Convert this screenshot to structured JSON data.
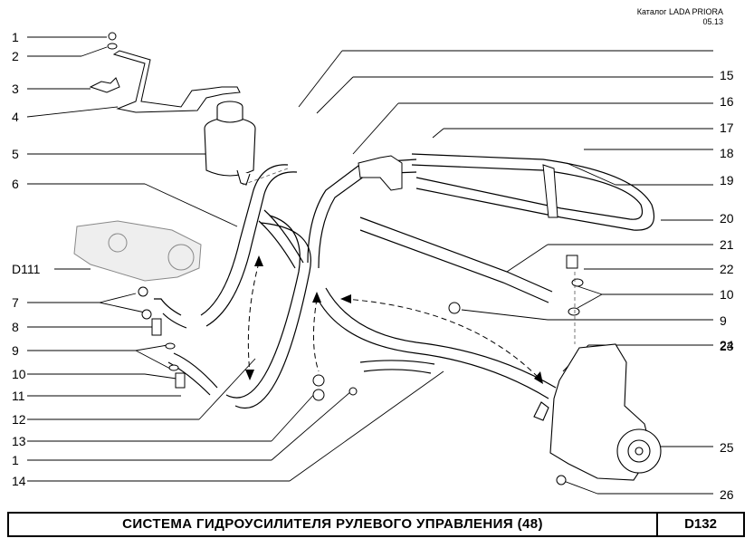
{
  "header": {
    "catalog": "Каталог LADA PRIORA",
    "date": "05.13"
  },
  "callouts_left": [
    "1",
    "2",
    "3",
    "4",
    "5",
    "6",
    "D111",
    "7",
    "8",
    "9",
    "10",
    "11",
    "12",
    "13",
    "1",
    "14"
  ],
  "callouts_right": [
    "15",
    "16",
    "17",
    "18",
    "19",
    "20",
    "21",
    "22",
    "10",
    "9",
    "23",
    "24",
    "25",
    "26"
  ],
  "footer": {
    "title": "СИСТЕМА ГИДРОУСИЛИТЕЛЯ РУЛЕВОГО УПРАВЛЕНИЯ (48)",
    "code": "D132"
  }
}
